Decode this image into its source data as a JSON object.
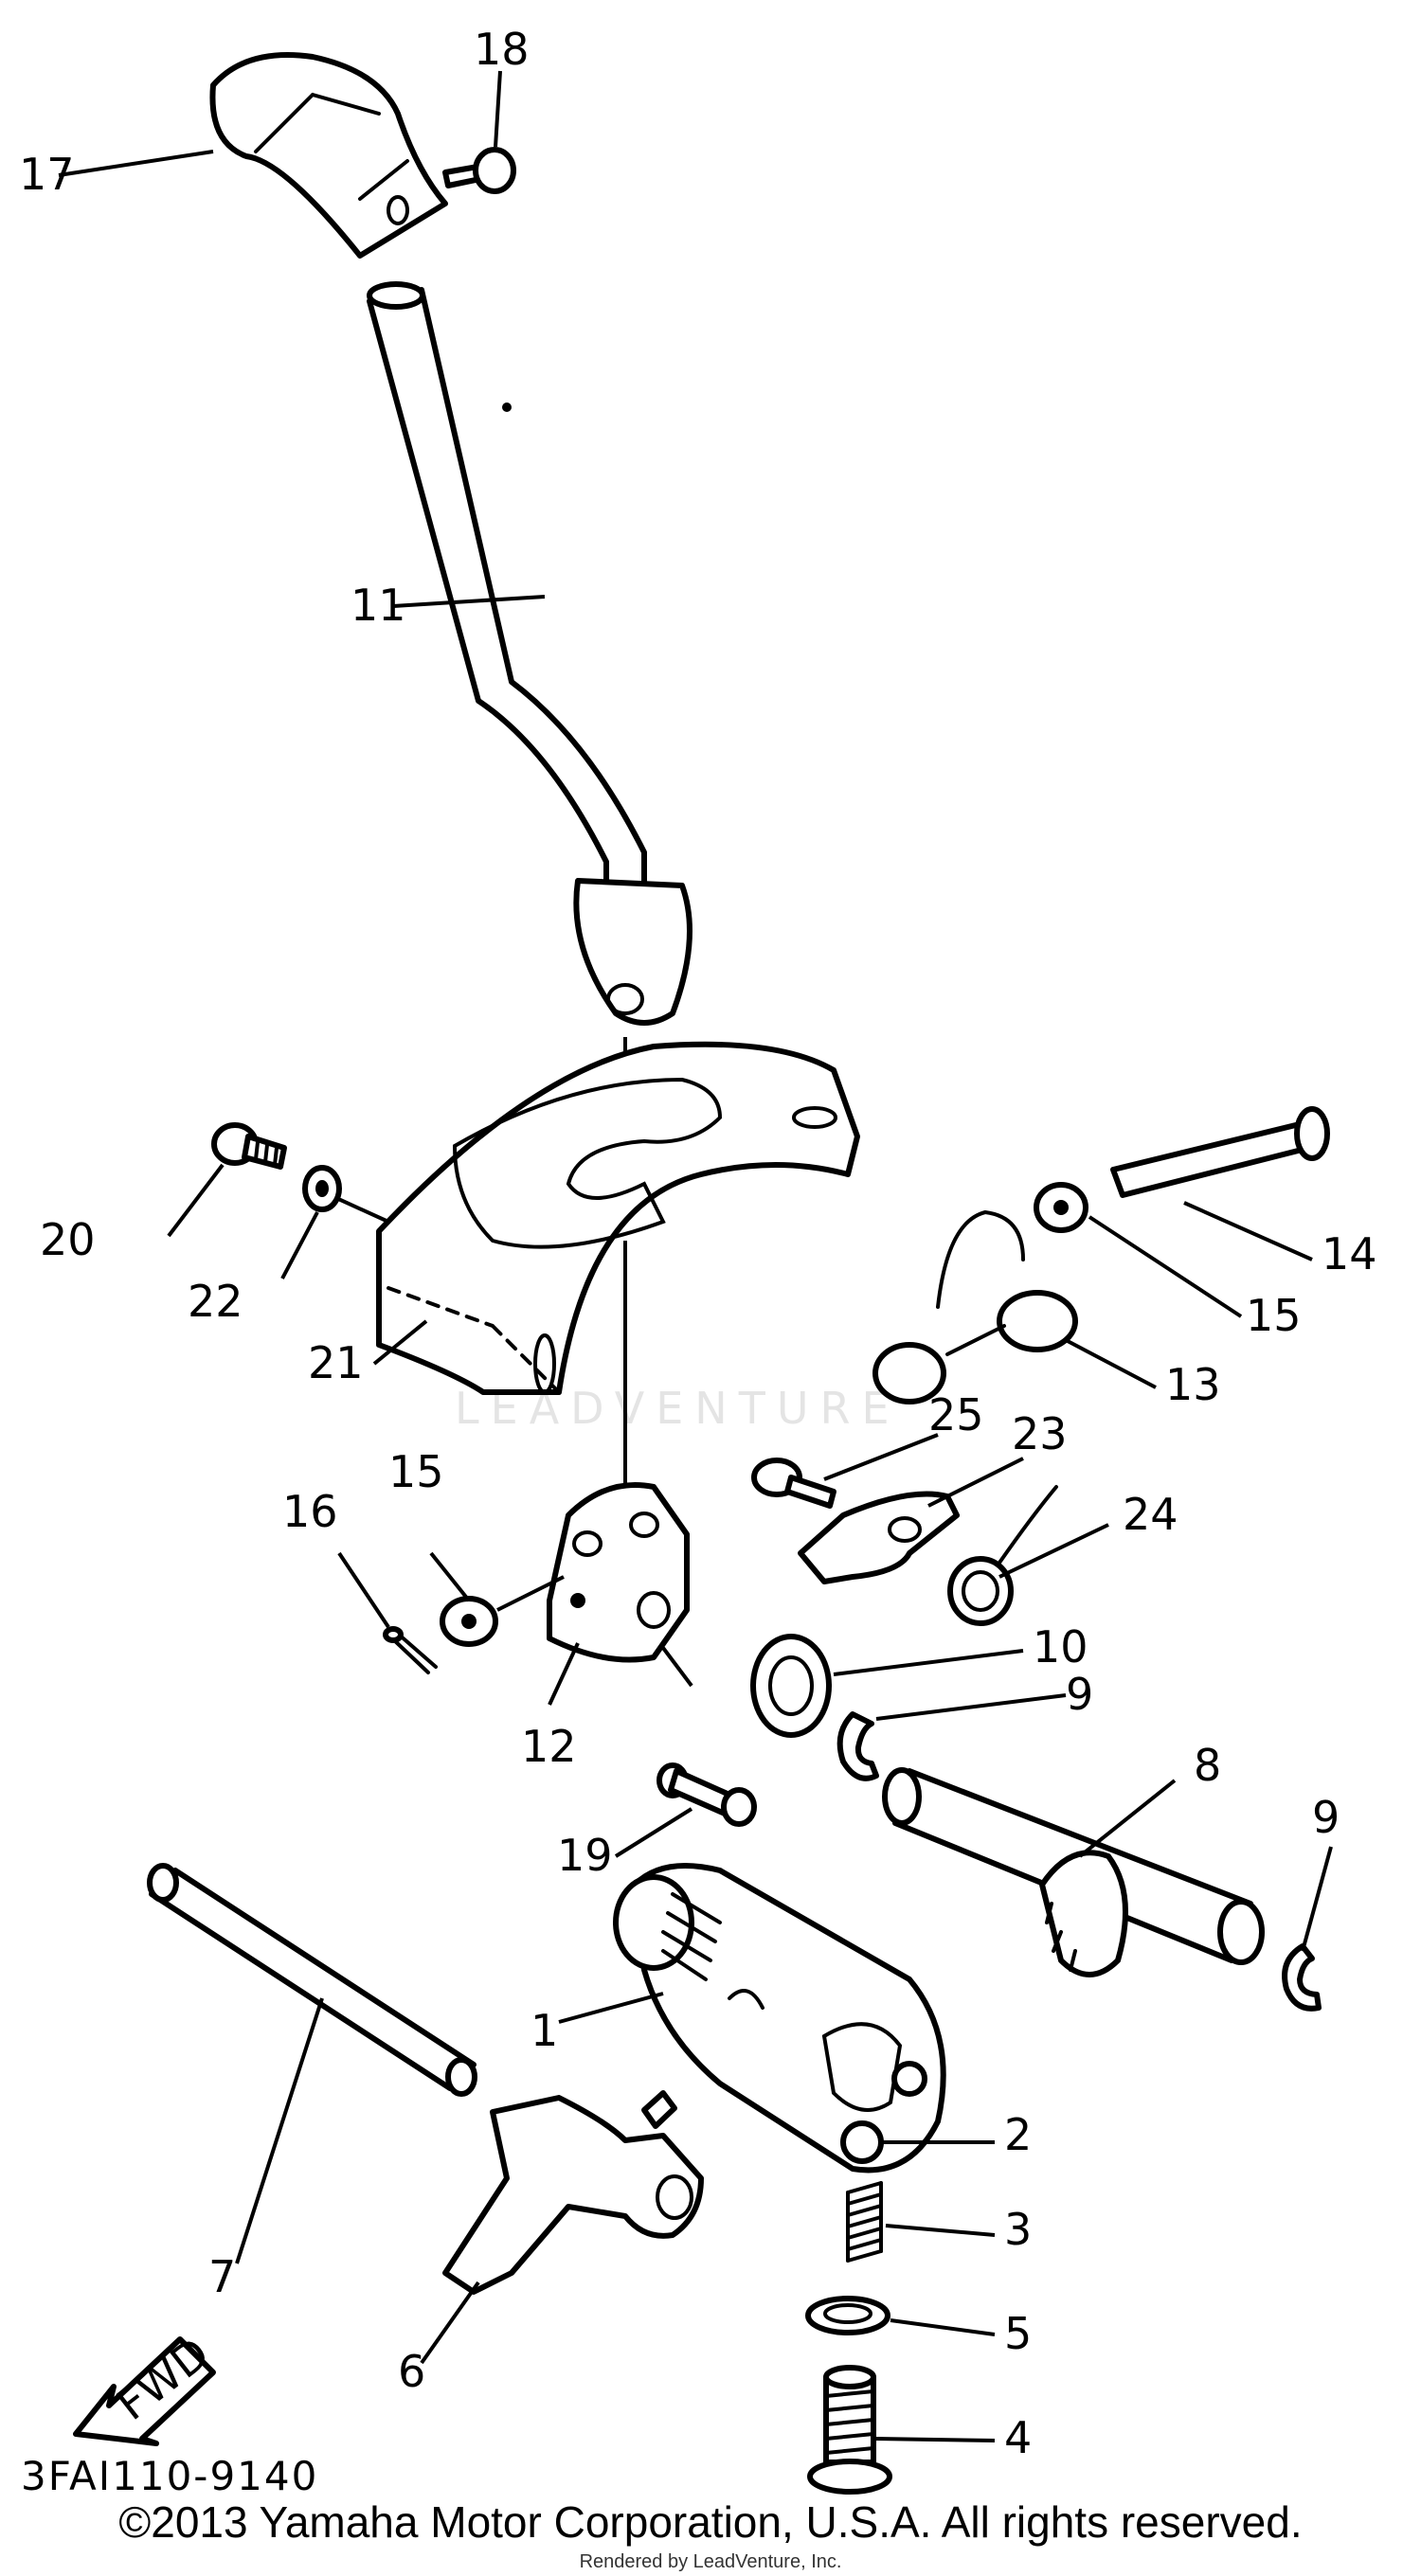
{
  "callouts": [
    "1",
    "2",
    "3",
    "4",
    "5",
    "6",
    "7",
    "8",
    "9",
    "9",
    "10",
    "11",
    "12",
    "13",
    "14",
    "15",
    "15",
    "16",
    "17",
    "18",
    "19",
    "20",
    "21",
    "22",
    "23",
    "24",
    "25"
  ],
  "fwd_label": "FWD",
  "diagram_code": "3FAI110-9140",
  "copyright": "©2013 Yamaha Motor Corporation, U.S.A. All rights reserved.",
  "rendered_by": "Rendered by LeadVenture, Inc.",
  "watermark": "LEADVENTURE"
}
